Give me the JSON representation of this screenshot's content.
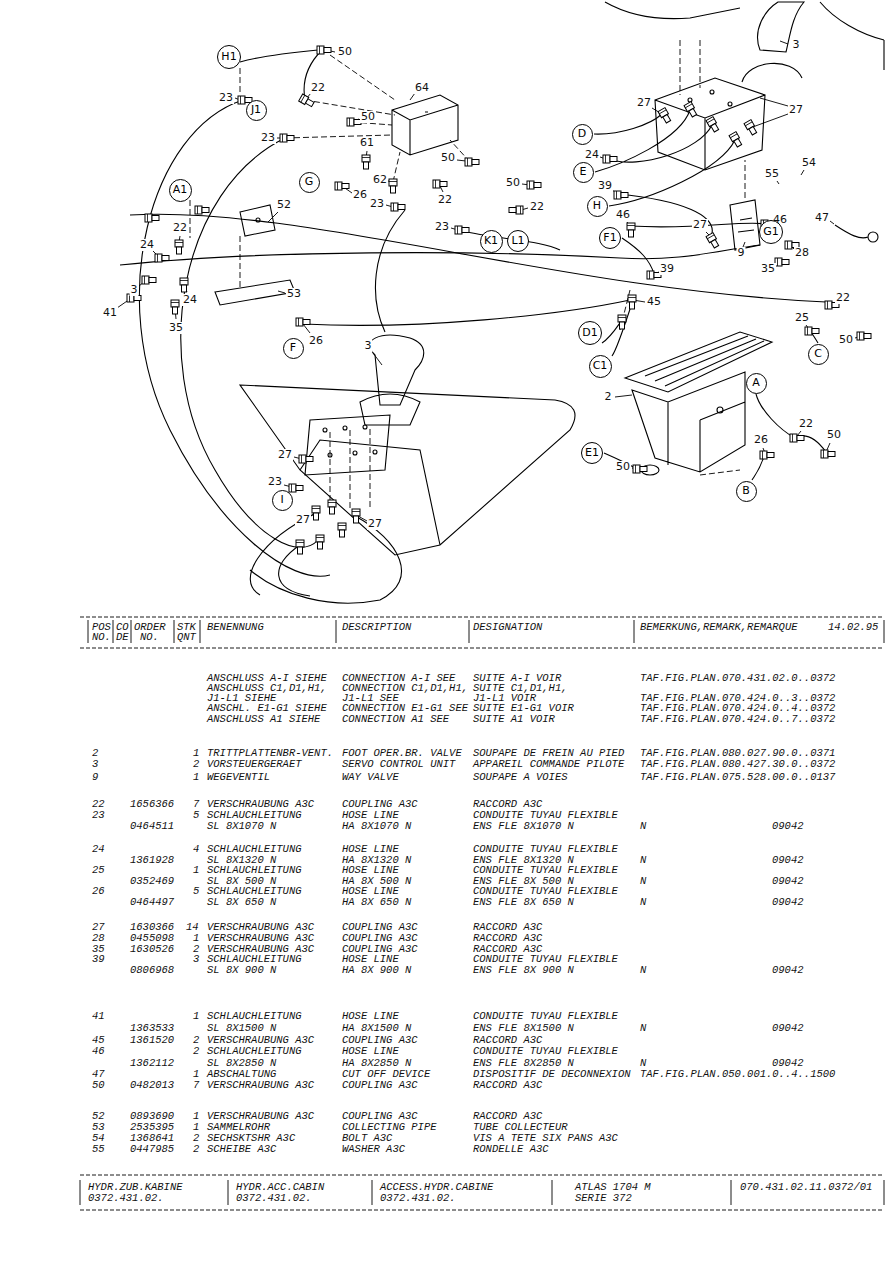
{
  "diagram": {
    "nodes": [
      {
        "text": [
          "H1"
        ]
      },
      {
        "text": [
          "J1"
        ]
      },
      {
        "text": [
          "D"
        ]
      },
      {
        "text": [
          "E"
        ]
      },
      {
        "text": [
          "G"
        ]
      },
      {
        "text": [
          "A1"
        ]
      },
      {
        "text": [
          "H"
        ]
      },
      {
        "text": [
          "G1"
        ]
      },
      {
        "text": [
          "F1"
        ]
      },
      {
        "text": [
          "K1"
        ]
      },
      {
        "text": [
          "L1"
        ]
      },
      {
        "text": [
          "D1"
        ]
      },
      {
        "text": [
          "F"
        ]
      },
      {
        "text": [
          "C"
        ]
      },
      {
        "text": [
          "C1"
        ]
      },
      {
        "text": [
          "A"
        ]
      },
      {
        "text": [
          "E1"
        ]
      },
      {
        "text": [
          "B"
        ]
      },
      {
        "text": [
          "I"
        ]
      }
    ],
    "labels": [
      "50",
      "22",
      "64",
      "23",
      "50",
      "23",
      "61",
      "50",
      "62",
      "26",
      "50",
      "22",
      "23",
      "22",
      "52",
      "23",
      "22",
      "24",
      "3",
      "24",
      "53",
      "41",
      "35",
      "26",
      "3",
      "3",
      "27",
      "27",
      "24",
      "54",
      "55",
      "39",
      "46",
      "46",
      "47",
      "27",
      "9",
      "28",
      "39",
      "35",
      "45",
      "22",
      "25",
      "50",
      "2",
      "22",
      "26",
      "50",
      "27",
      "50",
      "23",
      "27",
      "27",
      "POS",
      "CO",
      "ORDER",
      "STK",
      "BENENNUNG",
      "DESCRIPTION",
      "DESIGNATION",
      "BEMERKUNG,REMARK,REMARQUE",
      "14.02.95",
      "NO.",
      "DE",
      "NO.",
      "QNT",
      "ANSCHLUSS A-I SIEHE",
      "CONNECTION A-I SEE",
      "SUITE A-I VOIR",
      "TAF.FIG.PLAN.070.431.02.0..0372",
      "ANSCHLUSS C1,D1,H1,",
      "CONNECTION C1,D1,H1,",
      "SUITE C1,D1,H1,",
      "J1-L1 SIEHE",
      "J1-L1 SEE",
      "J1-L1 VOIR",
      "TAF.FIG.PLAN.070.424.0..3..0372",
      "ANSCHL. E1-G1 SIEHE",
      "CONNECTION E1-G1 SEE",
      "SUITE E1-G1 VOIR",
      "TAF.FIG.PLAN.070.424.0..4..0372",
      "ANSCHLUSS A1 SIEHE",
      "CONNECTION A1 SEE",
      "SUITE A1 VOIR",
      "TAF.FIG.PLAN.070.424.0..7..0372",
      "2",
      "1",
      "TRITTPLATTENBR-VENT.",
      "FOOT OPER.BR. VALVE",
      "SOUPAPE DE FREIN AU PIED",
      "TAF.FIG.PLAN.080.027.90.0..0371",
      "3",
      "2",
      "VORSTEUERGERAET",
      "SERVO CONTROL UNIT",
      "APPAREIL COMMANDE PILOTE",
      "TAF.FIG.PLAN.080.427.30.0..0372",
      "9",
      "1",
      "WEGEVENTIL",
      "WAY VALVE",
      "SOUPAPE A VOIES",
      "TAF.FIG.PLAN.075.528.00.0..0137",
      "22",
      "1656366",
      "7",
      "VERSCHRAUBUNG A3C",
      "COUPLING A3C",
      "RACCORD A3C",
      "23",
      "5",
      "SCHLAUCHLEITUNG",
      "HOSE LINE",
      "CONDUITE TUYAU FLEXIBLE",
      "0464511",
      "SL 8X1070 N",
      "HA 8X1070 N",
      "ENS FLE 8X1070 N",
      "N",
      "09042",
      "24",
      "4",
      "SCHLAUCHLEITUNG",
      "HOSE LINE",
      "CONDUITE TUYAU FLEXIBLE",
      "1361928",
      "SL 8X1320 N",
      "HA 8X1320 N",
      "ENS FLE 8X1320 N",
      "N",
      "09042",
      "25",
      "1",
      "SCHLAUCHLEITUNG",
      "HOSE LINE",
      "CONDUITE TUYAU FLEXIBLE",
      "0352469",
      "SL 8X 500 N",
      "HA 8X 500 N",
      "ENS FLE 8X 500 N",
      "N",
      "09042",
      "26",
      "5",
      "SCHLAUCHLEITUNG",
      "HOSE LINE",
      "CONDUITE TUYAU FLEXIBLE",
      "0464497",
      "SL 8X 650 N",
      "HA 8X 650 N",
      "ENS FLE 8X 650 N",
      "N",
      "09042",
      "27",
      "1630366",
      "14",
      "VERSCHRAUBUNG A3C",
      "COUPLING A3C",
      "RACCORD A3C",
      "28",
      "0455098",
      "1",
      "VERSCHRAUBUNG A3C",
      "COUPLING A3C",
      "RACCORD A3C",
      "35",
      "1630526",
      "2",
      "VERSCHRAUBUNG A3C",
      "COUPLING A3C",
      "RACCORD A3C",
      "39",
      "3",
      "SCHLAUCHLEITUNG",
      "HOSE LINE",
      "CONDUITE TUYAU FLEXIBLE",
      "0806968",
      "SL 8X 900 N",
      "HA 8X 900 N",
      "ENS FLE 8X 900 N",
      "N",
      "09042",
      "41",
      "1",
      "SCHLAUCHLEITUNG",
      "HOSE LINE",
      "CONDUITE TUYAU FLEXIBLE",
      "1363533",
      "SL 8X1500 N",
      "HA 8X1500 N",
      "ENS FLE 8X1500 N",
      "N",
      "09042",
      "45",
      "1361520",
      "2",
      "VERSCHRAUBUNG A3C",
      "COUPLING A3C",
      "RACCORD A3C",
      "46",
      "2",
      "SCHLAUCHLEITUNG",
      "HOSE LINE",
      "CONDUITE TUYAU FLEXIBLE",
      "1362112",
      "SL 8X2850 N",
      "HA 8X2850 N",
      "ENS FLE 8X2850 N",
      "N",
      "09042",
      "47",
      "1",
      "ABSCHALTUNG",
      "CUT OFF DEVICE",
      "DISPOSITIF DE DECONNEXION",
      "TAF.FIG.PLAN.050.001.0..4..1500",
      "50",
      "0482013",
      "7",
      "VERSCHRAUBUNG A3C",
      "COUPLING A3C",
      "RACCORD A3C",
      "52",
      "0893690",
      "1",
      "VERSCHRAUBUNG A3C",
      "COUPLING A3C",
      "RACCORD A3C",
      "53",
      "2535395",
      "1",
      "SAMMELROHR",
      "COLLECTING PIPE",
      "TUBE COLLECTEUR",
      "54",
      "1368641",
      "2",
      "SECHSKTSHR A3C",
      "BOLT A3C",
      "VIS A TETE SIX PANS A3C",
      "55",
      "0447985",
      "2",
      "SCHEIBE A3C",
      "WASHER A3C",
      "RONDELLE A3C",
      "HYDR.ZUB.KABINE",
      "HYDR.ACC.CABIN",
      "ACCESS.HYDR.CABINE",
      "ATLAS 1704 M",
      "070.431.02.11.0372/01",
      "0372.431.02.",
      "0372.431.02.",
      "0372.431.02.",
      "SERIE 372"
    ]
  }
}
